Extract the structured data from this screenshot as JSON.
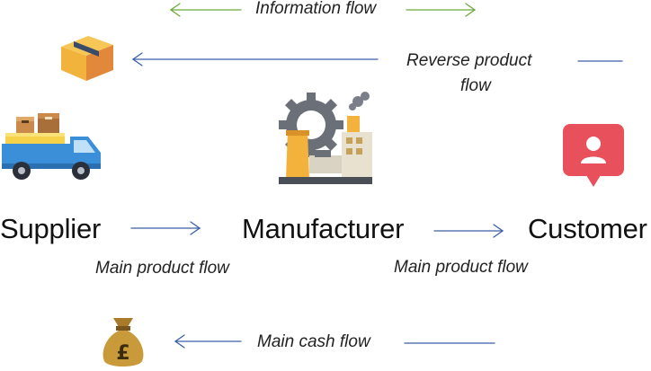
{
  "diagram": {
    "nodes": {
      "supplier": "Supplier",
      "manufacturer": "Manufacturer",
      "customer": "Customer"
    },
    "flows": {
      "information": "Information flow",
      "reverse_product_line1": "Reverse product",
      "reverse_product_line2": "flow",
      "main_product_left": "Main product flow",
      "main_product_right": "Main product flow",
      "main_cash": "Main cash flow"
    },
    "icons": {
      "box": "cardboard-box-icon",
      "truck": "delivery-truck-icon",
      "factory": "factory-icon",
      "customer": "customer-profile-icon",
      "money": "pound-money-bag-icon"
    },
    "colors": {
      "info_arrow": "#6aaa3a",
      "flow_arrow": "#3b5fa8",
      "customer_badge": "#e8505b",
      "truck_blue": "#3b8fd9",
      "money_bag": "#c99a3a"
    }
  }
}
